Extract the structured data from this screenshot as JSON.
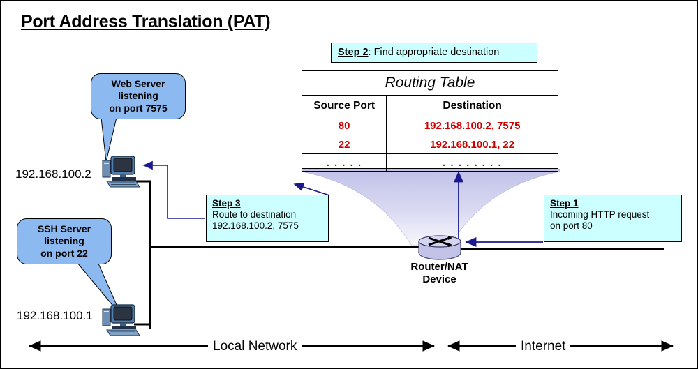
{
  "page": {
    "title": "Port Address Translation (PAT)"
  },
  "colors": {
    "bubble_fill": "#8cb9f0",
    "step_fill": "#ccffff",
    "table_data_text": "#cc0000",
    "arrow_navy": "#1a1a8c",
    "funnel_fill": "#c9c9ee",
    "router_fill": "#c3c3e8",
    "line_black": "#000000"
  },
  "steps": {
    "step1": {
      "head": "Step 1",
      "lines": [
        "Incoming HTTP request",
        "on port 80"
      ]
    },
    "step2": {
      "head": "Step 2",
      "text": ": Find appropriate destination"
    },
    "step3": {
      "head": "Step 3",
      "lines": [
        "Route to destination",
        "192.168.100.2, 7575"
      ]
    }
  },
  "routing_table": {
    "title": "Routing Table",
    "columns": [
      "Source Port",
      "Destination"
    ],
    "rows": [
      [
        "80",
        "192.168.100.2, 7575"
      ],
      [
        "22",
        "192.168.100.1, 22"
      ],
      [
        ". . . . .",
        ". . . . . . . ."
      ]
    ]
  },
  "bubbles": {
    "web_server": [
      "Web Server",
      "listening",
      "on port 7575"
    ],
    "ssh_server": [
      "SSH Server",
      "listening",
      "on port 22"
    ]
  },
  "hosts": {
    "top_ip": "192.168.100.2",
    "bottom_ip": "192.168.100.1"
  },
  "router": {
    "line1": "Router/NAT",
    "line2": "Device"
  },
  "network_zones": {
    "local": "Local Network",
    "internet": "Internet"
  },
  "icons": {
    "computer": "desktop-computer-icon",
    "router": "router-cylinder-icon"
  }
}
